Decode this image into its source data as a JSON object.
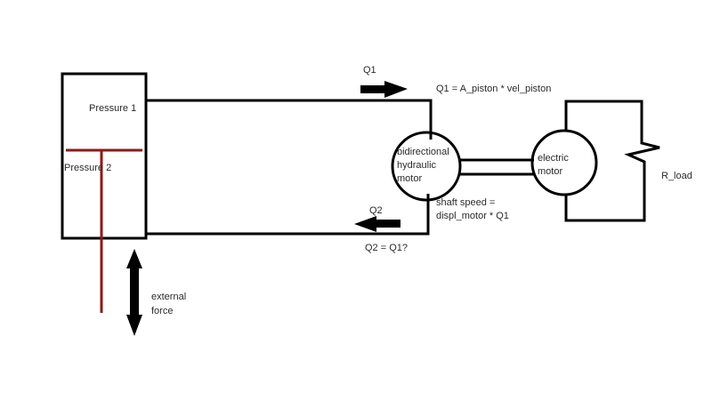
{
  "labels": {
    "pressure_1": "Pressure 1",
    "pressure_2": "Pressure 2",
    "external_force_line1": "external",
    "external_force_line2": "force",
    "q1": "Q1",
    "q1_equation": "Q1 = A_piston * vel_piston",
    "q2": "Q2",
    "q2_equation": "Q2 = Q1?",
    "hydraulic_motor_line1": "bidirectional",
    "hydraulic_motor_line2": "hydraulic",
    "hydraulic_motor_line3": "motor",
    "electric_motor_line1": "electric",
    "electric_motor_line2": "motor",
    "shaft_speed_line1": "shaft speed =",
    "shaft_speed_line2": "displ_motor * Q1",
    "r_load": "R_load"
  },
  "colors": {
    "line": "#000000",
    "piston": "#8b1a1a",
    "text": "#2a2a2a"
  }
}
